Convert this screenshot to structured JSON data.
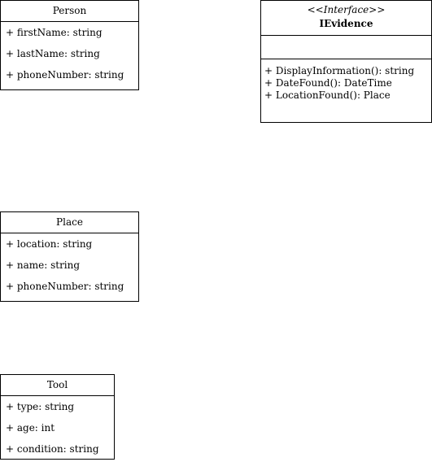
{
  "classes": {
    "person": {
      "name": "Person",
      "attributes": [
        "+ firstName: string",
        "+ lastName: string",
        "+ phoneNumber: string"
      ]
    },
    "place": {
      "name": "Place",
      "attributes": [
        "+ location: string",
        "+ name: string",
        "+ phoneNumber: string"
      ]
    },
    "tool": {
      "name": "Tool",
      "attributes": [
        "+ type: string",
        "+ age: int",
        "+ condition: string"
      ]
    }
  },
  "interface": {
    "stereotype": "<<Interface>>",
    "name": "IEvidence",
    "methods": [
      "+ DisplayInformation(): string",
      "+ DateFound(): DateTime",
      "+ LocationFound(): Place"
    ]
  }
}
